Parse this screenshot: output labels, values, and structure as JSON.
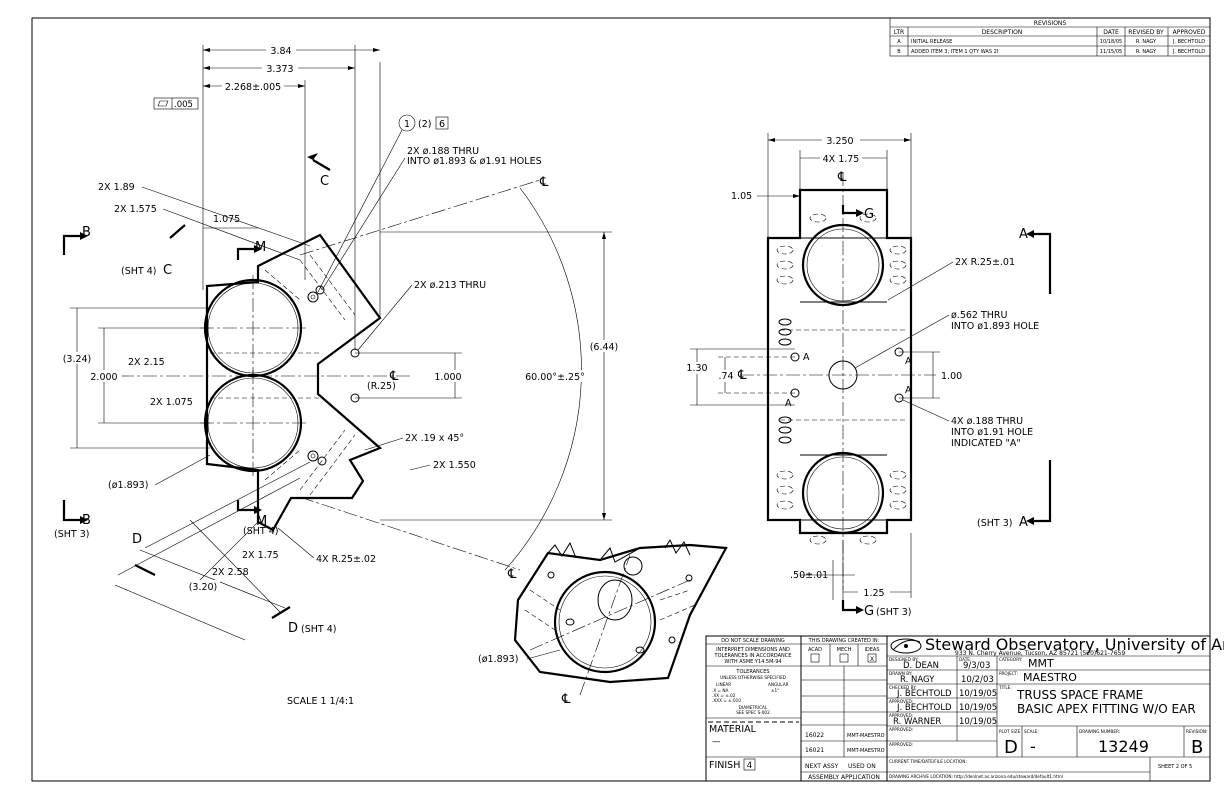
{
  "revisions": {
    "title": "REVISIONS",
    "headers": [
      "LTR",
      "DESCRIPTION",
      "DATE",
      "REVISED BY",
      "APPROVED"
    ],
    "rows": [
      [
        "A",
        "INITIAL RELEASE",
        "10/18/05",
        "R. NAGY",
        "J. BECHTOLD"
      ],
      [
        "B",
        "ADDED ITEM 3; ITEM 1 QTY WAS 2I",
        "11/15/05",
        "R. NAGY",
        "J. BECHTOLD"
      ]
    ]
  },
  "left_view": {
    "dims": {
      "d384": "3.84",
      "d3373": "3.373",
      "d2268": "2.268±.005",
      "flat": ".005",
      "balloon1": "1",
      "balloon2": "(2)",
      "balloon6": "6",
      "hole188a": "2X ø.188 THRU",
      "hole188b": "INTO ø1.893 & ø1.91 HOLES",
      "d189": "2X 1.89",
      "d1575": "2X 1.575",
      "d1075": "1.075",
      "hole213": "2X ø.213 THRU",
      "d324": "(3.24)",
      "d2000": "2.000",
      "d215": "2X 2.15",
      "d1075b": "2X 1.075",
      "d1000": "1.000",
      "r25": "(R.25)",
      "chamfer": "2X .19 x 45°",
      "d1550": "2X 1.550",
      "dia1893": "(ø1.893)",
      "d644": "(6.44)",
      "angle": "60.00°±.25°",
      "d175": "2X 1.75",
      "d258": "2X 2.58",
      "r25b": "4X R.25±.02",
      "d320": "(3.20)",
      "B": "B",
      "sht3": "(SHT 3)",
      "C": "C",
      "sht4c": "(SHT 4)",
      "M": "M",
      "sht4": "(SHT 4)",
      "D": "D",
      "cl": "℄"
    },
    "scale": "SCALE 1 1/4:1"
  },
  "right_view": {
    "dims": {
      "d3250": "3.250",
      "d175": "4X 1.75",
      "d105": "1.05",
      "G": "G",
      "A": "A",
      "r25": "2X R.25±.01",
      "hole562a": "ø.562 THRU",
      "hole562b": "INTO ø1.893 HOLE",
      "d130": "1.30",
      "d74": ".74",
      "d100": "1.00",
      "hole188a": "4X ø.188 THRU",
      "hole188b": "INTO ø1.91 HOLE",
      "hole188c": "INDICATED \"A\"",
      "sht3": "(SHT 3)",
      "d50": ".50±.01",
      "d125": "1.25",
      "cl": "℄"
    }
  },
  "iso_view": {
    "dia": "(ø1.893)",
    "cl": "℄"
  },
  "title_block": {
    "notes": {
      "no_scale": "DO NOT SCALE DRAWING",
      "interp1": "INTERPRET DIMENSIONS AND",
      "interp2": "TOLERANCES IN ACCORDANCE",
      "interp3": "WITH ASME Y14.5M-94",
      "tol": "TOLERANCES",
      "unless": "UNLESS OTHERWISE SPECIFIED",
      "linear": "LINEAR",
      "angular": "ANGULAR",
      "tol1": ".X   = NA",
      "tol2": ".XX  = ±.02",
      "tol3": ".XXX = ±.010",
      "tol_ang": "±1°",
      "diam": "DIAMETRICAL",
      "spec": "SEE SPEC S-002",
      "material": "MATERIAL",
      "material_val": "—",
      "finish": "FINISH",
      "finish_num": "4"
    },
    "created": {
      "title": "THIS DRAWING CREATED IN:",
      "acad": "ACAD",
      "mech": "MECH",
      "ideas": "IDEAS",
      "check": "X"
    },
    "assy": {
      "rows": [
        [
          "16022",
          "MMT-MAESTRO"
        ],
        [
          "16021",
          "MMT-MAESTRO"
        ]
      ],
      "next": "NEXT ASSY",
      "used": "USED ON",
      "app": "ASSEMBLY APPLICATION"
    },
    "org": "Steward Observatory, University of Arizona",
    "address": "933 N. Cherry Avenue, Tucson, AZ  85721   (520)621-7659",
    "designed_label": "DESIGNED BY:",
    "designed": "D. DEAN",
    "date_label": "DATE:",
    "designed_date": "9/3/03",
    "drawn_label": "DRAWN BY:",
    "drawn": "R. NAGY",
    "drawn_date": "10/2/03",
    "checked_label": "CHECKED BY:",
    "checked": "J. BECHTOLD",
    "checked_date": "10/19/05",
    "approved_label": "APPROVED:",
    "approved1": "J. BECHTOLD",
    "approved1_date": "10/19/05",
    "approved2": "R. WARNER",
    "approved2_date": "10/19/05",
    "category_label": "CATEGORY:",
    "category": "MMT",
    "project_label": "PROJECT:",
    "project": "MAESTRO",
    "title_label": "TITLE:",
    "title1": "TRUSS SPACE FRAME",
    "title2": "BASIC APEX FITTING W/O EAR",
    "plot_label": "PLOT SIZE",
    "plot": "D",
    "scale_label": "SCALE:",
    "scale": "-",
    "dwgno_label": "DRAWING NUMBER:",
    "dwgno": "13249",
    "rev_label": "REVISION:",
    "rev": "B",
    "current_label": "CURRENT TIME/DATE/FILE LOCATION:",
    "archive": "DRAWING ARCHIVE LOCATION: http://denlnet.as.arizona.edu/steward/default1.html",
    "sheet": "SHEET 2 OF 5"
  }
}
